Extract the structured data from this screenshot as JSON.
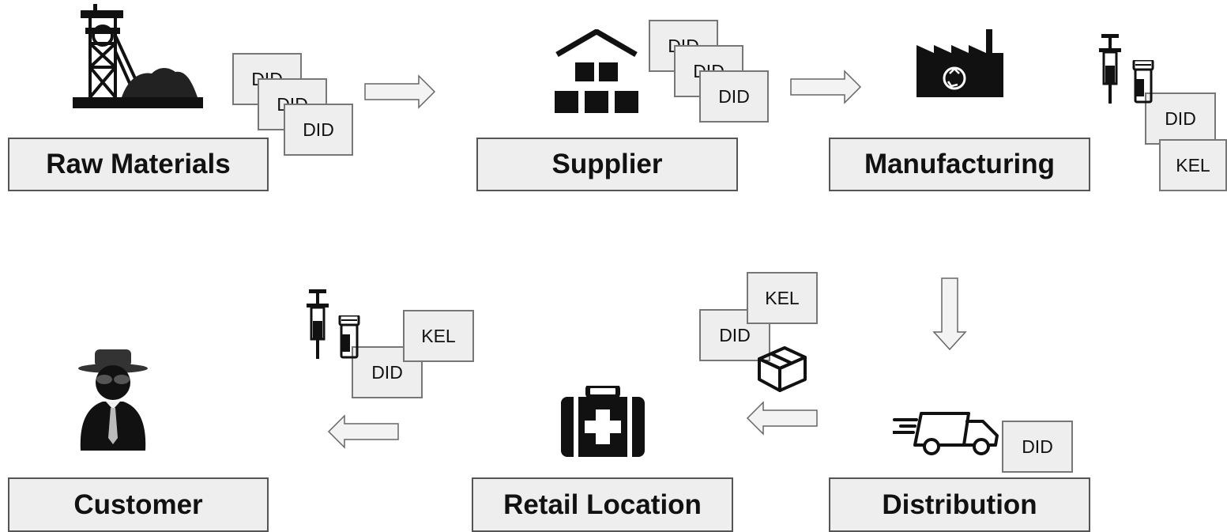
{
  "stages": {
    "raw_materials": "Raw Materials",
    "supplier": "Supplier",
    "manufacturing": "Manufacturing",
    "distribution": "Distribution",
    "retail_location": "Retail Location",
    "customer": "Customer"
  },
  "tags": {
    "did": "DID",
    "kel": "KEL"
  },
  "icons": {
    "mine": "mine-tower-icon",
    "warehouse": "warehouse-icon",
    "factory": "factory-recycle-icon",
    "syringe": "syringe-icon",
    "pill_bottle": "pill-bottle-icon",
    "truck": "delivery-truck-icon",
    "package": "package-icon",
    "first_aid": "first-aid-kit-icon",
    "customer": "spy-person-icon"
  }
}
